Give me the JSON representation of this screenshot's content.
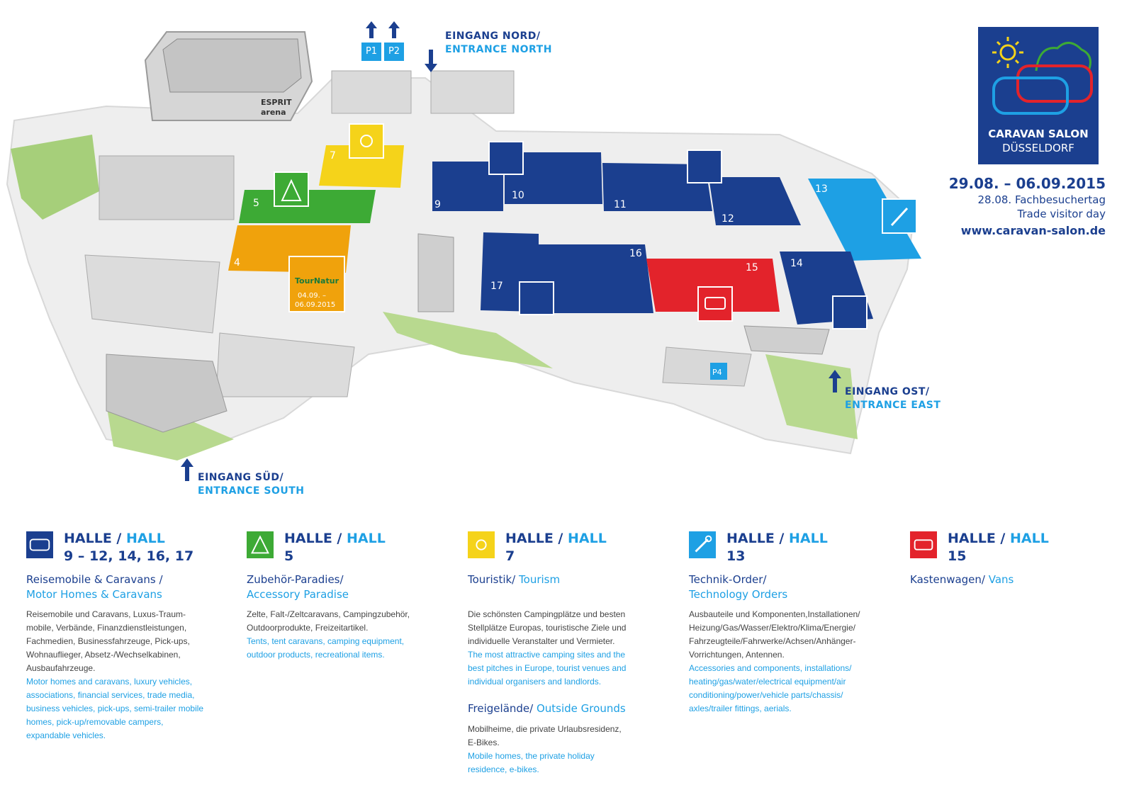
{
  "colors": {
    "navy": "#1b3f8f",
    "light_blue": "#1ea0e4",
    "green": "#3daa35",
    "yellow": "#f5d31a",
    "orange": "#f0a20c",
    "red": "#e3232b"
  },
  "map": {
    "halls": {
      "h4": "4",
      "h5": "5",
      "h7": "7",
      "h9": "9",
      "h10": "10",
      "h11": "11",
      "h12": "12",
      "h13": "13",
      "h14": "14",
      "h15": "15",
      "h16": "16",
      "h17": "17"
    },
    "arena_line1": "ESPRIT",
    "arena_line2": "arena",
    "tournatur": {
      "name": "TourNatur",
      "dates_line1": "04.09. –",
      "dates_line2": "06.09.2015"
    },
    "parking": {
      "p1": "P1",
      "p2": "P2",
      "p4": "P4"
    },
    "entrances": {
      "north_de": "EINGANG NORD/",
      "north_en": "ENTRANCE NORTH",
      "east_de": "EINGANG OST/",
      "east_en": "ENTRANCE EAST",
      "south_de": "EINGANG SÜD/",
      "south_en": "ENTRANCE SOUTH"
    }
  },
  "logo": {
    "line1": "CARAVAN SALON",
    "line2": "DÜSSELDORF"
  },
  "event": {
    "dates": "29.08. – 06.09.2015",
    "trade_day_date": "28.08.",
    "trade_day_de": "Fachbesuchertag",
    "trade_day_en": "Trade visitor day",
    "url": "www.caravan-salon.de"
  },
  "legend": [
    {
      "icon": "motorhome-icon",
      "halle": "HALLE",
      "hall": "HALL",
      "numbers": "9 – 12, 14, 16, 17",
      "title_de": "Reisemobile & Caravans  /",
      "title_en": "Motor Homes & Caravans",
      "desc_de": [
        "Reisemobile und Caravans, Luxus-Traum-",
        "mobile, Verbände, Finanzdienstleistungen,",
        "Fachmedien, Businessfahrzeuge, Pick-ups,",
        "Wohnauflieger, Absetz-/Wechselkabinen,",
        "Ausbaufahrzeuge."
      ],
      "desc_en": [
        "Motor homes and caravans, luxury vehicles,",
        "associations, financial services, trade media,",
        "business vehicles, pick-ups, semi-trailer mobile",
        "homes, pick-up/removable campers,",
        "expandable vehicles."
      ]
    },
    {
      "icon": "tent-icon",
      "halle": "HALLE",
      "hall": "HALL",
      "numbers": "5",
      "title_de": "Zubehör-Paradies/",
      "title_en": "Accessory Paradise",
      "desc_de": [
        "Zelte, Falt-/Zeltcaravans, Campingzubehör,",
        "Outdoorprodukte, Freizeitartikel."
      ],
      "desc_en": [
        "Tents, tent caravans, camping equipment,",
        "outdoor products, recreational items."
      ]
    },
    {
      "icon": "sun-icon",
      "halle": "HALLE",
      "hall": "HALL",
      "numbers": "7",
      "title_de": "Touristik/",
      "title_en": "Tourism",
      "desc_de": [
        "Die schönsten Campingplätze und besten",
        "Stellplätze Europas,  touristische Ziele und",
        "individuelle Veranstalter und Vermieter."
      ],
      "desc_en": [
        "The most attractive camping sites and the",
        "best pitches in Europe, tourist venues and",
        "individual organisers and landlords."
      ],
      "sub_title_de": "Freigelände/",
      "sub_title_en": "Outside Grounds",
      "sub_desc_de": [
        "Mobilheime, die private Urlaubsresidenz,",
        "E-Bikes."
      ],
      "sub_desc_en": [
        "Mobile homes, the private holiday",
        "residence, e-bikes."
      ]
    },
    {
      "icon": "wrench-icon",
      "halle": "HALLE",
      "hall": "HALL",
      "numbers": "13",
      "title_de": "Technik-Order/",
      "title_en": "Technology Orders",
      "desc_de": [
        "Ausbauteile und Komponenten,Installationen/",
        "Heizung/Gas/Wasser/Elektro/Klima/Energie/",
        "Fahrzeugteile/Fahrwerke/Achsen/Anhänger-",
        "Vorrichtungen, Antennen."
      ],
      "desc_en": [
        "Accessories and components, installations/",
        "heating/gas/water/electrical equipment/air",
        "conditioning/power/vehicle parts/chassis/",
        "axles/trailer fittings, aerials."
      ]
    },
    {
      "icon": "van-icon",
      "halle": "HALLE",
      "hall": "HALL",
      "numbers": "15",
      "title_de": "Kastenwagen/",
      "title_en": "Vans"
    }
  ]
}
